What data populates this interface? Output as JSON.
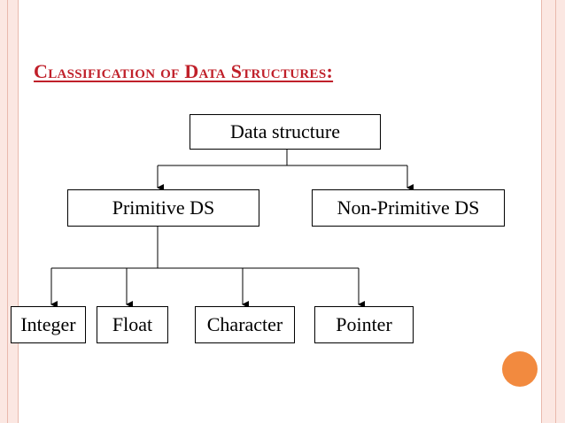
{
  "title": "Classification of Data Structures:",
  "nodes": {
    "root": "Data structure",
    "primitive": "Primitive DS",
    "non_primitive": "Non-Primitive DS",
    "integer": "Integer",
    "float": "Float",
    "character": "Character",
    "pointer": "Pointer"
  },
  "colors": {
    "title": "#c0202a",
    "frame": "#fbe7e2",
    "accent_circle": "#f28a3f"
  }
}
